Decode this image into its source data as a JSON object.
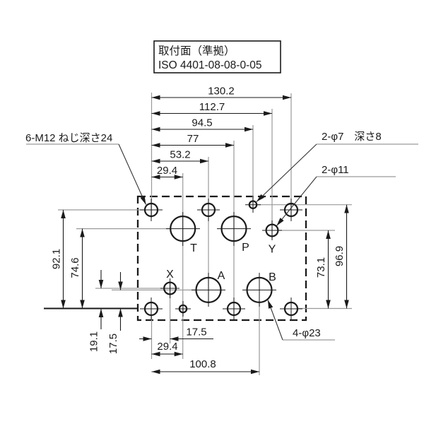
{
  "title_box": {
    "line1": "取付面（準拠）",
    "line2": "ISO 4401-08-08-0-05"
  },
  "callouts": {
    "bolt_holes": "6-M12 ねじ深さ24",
    "pin_holes": "2-φ7　深さ8",
    "xy_ports": "2-φ11",
    "main_ports": "4-φ23"
  },
  "ports": {
    "t": "T",
    "p": "P",
    "y": "Y",
    "x": "X",
    "a": "A",
    "b": "B"
  },
  "dimensions": {
    "top": {
      "d130": "130.2",
      "d112": "112.7",
      "d94": "94.5",
      "d77": "77",
      "d53": "53.2",
      "d29": "29.4"
    },
    "left": {
      "d92": "92.1",
      "d74": "74.6",
      "d19": "19.1",
      "d17": "17.5"
    },
    "right": {
      "d73": "73.1",
      "d96": "96.9"
    },
    "bottom": {
      "d17": "17.5",
      "d29": "29.4",
      "d100": "100.8"
    }
  },
  "colors": {
    "line": "#1a1a1a",
    "extension": "#9a9a9a",
    "background": "#ffffff"
  }
}
